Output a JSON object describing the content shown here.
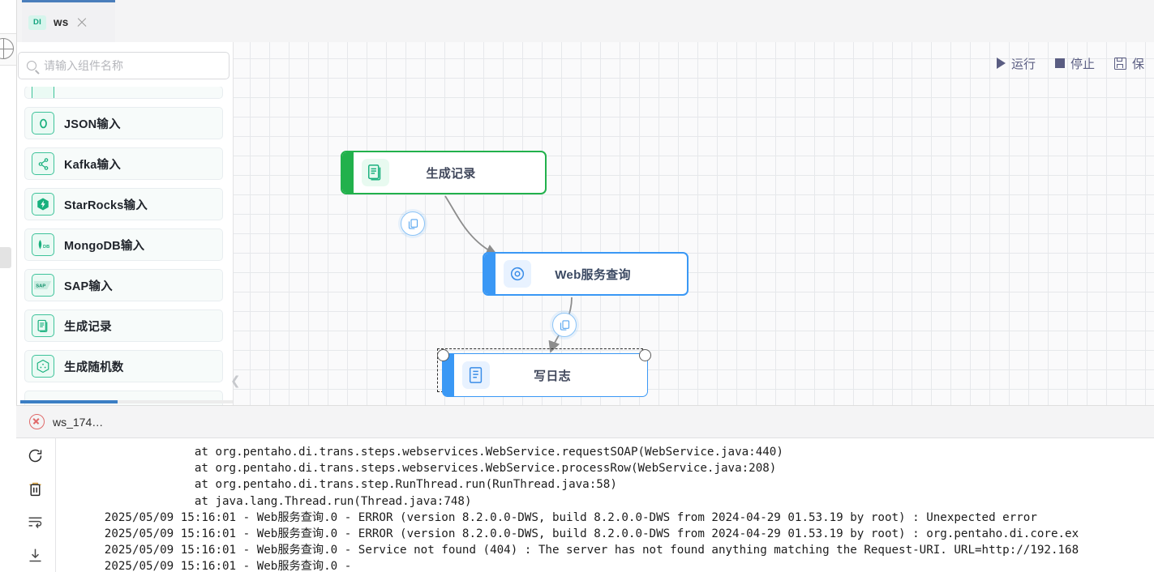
{
  "left_rail": {
    "globe_icon": "globe-icon",
    "collapse_handle": "rail-collapse-handle"
  },
  "tabstrip": {
    "tabs": [
      {
        "badge": "DI",
        "label": "ws",
        "close_icon": "close-icon",
        "active": true
      }
    ]
  },
  "search": {
    "placeholder": "请输入组件名称",
    "icon": "search-icon"
  },
  "components": {
    "items": [
      {
        "label": "",
        "icon": "partial-component-icon",
        "partial": true
      },
      {
        "label": "JSON输入",
        "icon": "json-icon"
      },
      {
        "label": "Kafka输入",
        "icon": "kafka-icon"
      },
      {
        "label": "StarRocks输入",
        "icon": "starrocks-icon"
      },
      {
        "label": "MongoDB输入",
        "icon": "mongodb-icon"
      },
      {
        "label": "SAP输入",
        "icon": "sap-icon"
      },
      {
        "label": "生成记录",
        "icon": "generate-records-icon"
      },
      {
        "label": "生成随机数",
        "icon": "random-number-icon"
      }
    ],
    "collapse_chevron": "chevron-left-icon"
  },
  "toolbar": {
    "run_label": "运行",
    "stop_label": "停止",
    "save_label": "保",
    "run_icon": "play-icon",
    "stop_icon": "stop-icon",
    "save_icon": "save-icon"
  },
  "canvas": {
    "nodes": [
      {
        "id": "generate-records",
        "label": "生成记录",
        "accent": "#22b14c",
        "icon": "generate-records-icon",
        "selected": false
      },
      {
        "id": "web-service-query",
        "label": "Web服务查询",
        "accent": "#3a98f5",
        "icon": "web-service-icon",
        "selected": false
      },
      {
        "id": "write-log",
        "label": "写日志",
        "accent": "#3a98f5",
        "icon": "write-log-icon",
        "selected": true
      }
    ],
    "hops": [
      {
        "from": "generate-records",
        "to": "web-service-query",
        "icon": "copy-rows-icon"
      },
      {
        "from": "web-service-query",
        "to": "write-log",
        "icon": "copy-rows-icon"
      }
    ]
  },
  "log_panel": {
    "tab": {
      "label": "ws_174…",
      "status_icon": "error-icon"
    },
    "tools": [
      {
        "name": "refresh-icon"
      },
      {
        "name": "delete-icon"
      },
      {
        "name": "wrap-text-icon"
      },
      {
        "name": "download-icon"
      }
    ],
    "lines": [
      "                    at org.pentaho.di.trans.steps.webservices.WebService.requestSOAP(WebService.java:440)",
      "                    at org.pentaho.di.trans.steps.webservices.WebService.processRow(WebService.java:208)",
      "                    at org.pentaho.di.trans.step.RunThread.run(RunThread.java:58)",
      "                    at java.lang.Thread.run(Thread.java:748)",
      "       2025/05/09 15:16:01 - Web服务查询.0 - ERROR (version 8.2.0.0-DWS, build 8.2.0.0-DWS from 2024-04-29 01.53.19 by root) : Unexpected error",
      "       2025/05/09 15:16:01 - Web服务查询.0 - ERROR (version 8.2.0.0-DWS, build 8.2.0.0-DWS from 2024-04-29 01.53.19 by root) : org.pentaho.di.core.ex",
      "       2025/05/09 15:16:01 - Web服务查询.0 - Service not found (404) : The server has not found anything matching the Request-URI. URL=http://192.168",
      "       2025/05/09 15:16:01 - Web服务查询.0 -"
    ]
  }
}
